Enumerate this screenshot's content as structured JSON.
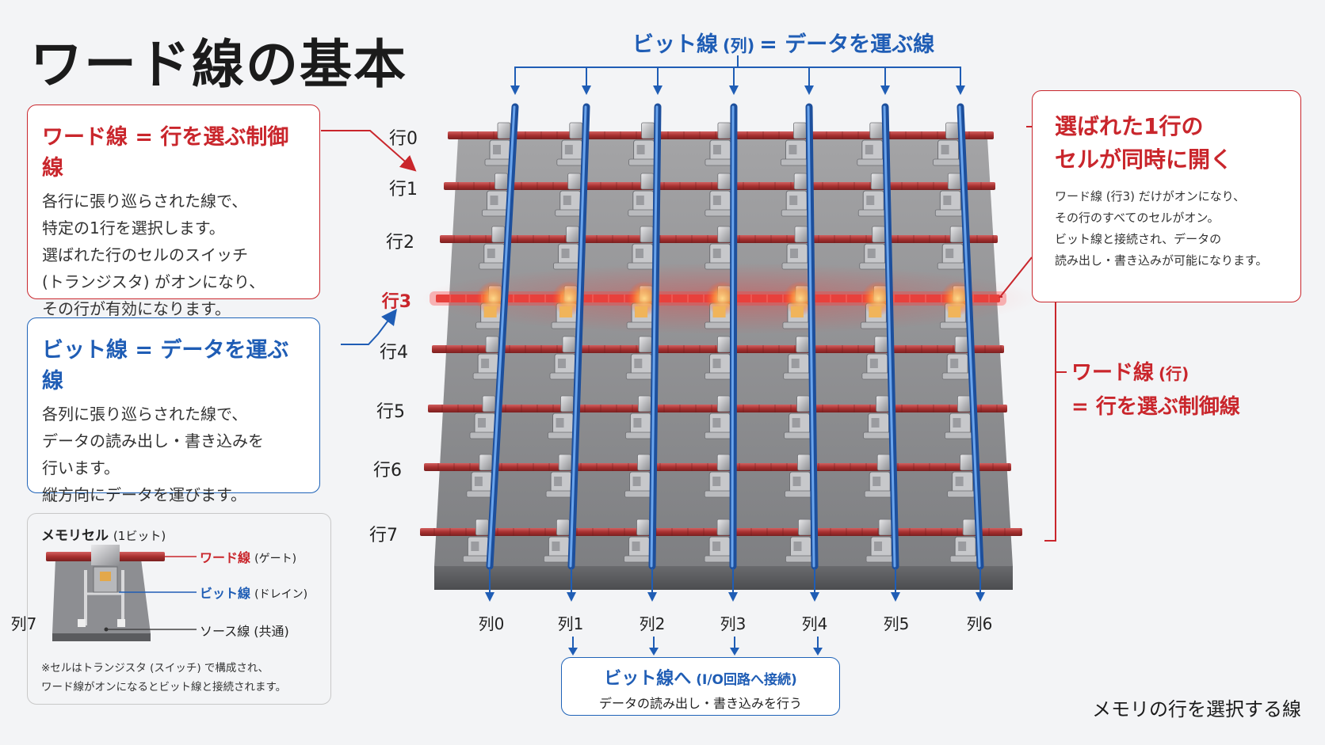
{
  "title": "ワード線の基本",
  "top_label": {
    "main": "ビット線",
    "paren": "(列)",
    "rest": "= データを運ぶ線"
  },
  "box_word": {
    "heading": "ワード線 = 行を選ぶ制御線",
    "lines": [
      "各行に張り巡らされた線で、",
      "特定の1行を選択します。",
      "選ばれた行のセルのスイッチ",
      "(トランジスタ) がオンになり、",
      "その行が有効になります。"
    ]
  },
  "box_bit": {
    "heading": "ビット線 = データを運ぶ線",
    "lines": [
      "各列に張り巡らされた線で、",
      "データの読み出し・書き込みを",
      "行います。",
      "縦方向にデータを運びます。"
    ]
  },
  "box_cell": {
    "heading": "メモリセル",
    "heading_paren": "(1ビット)",
    "word_label": "ワード線",
    "word_paren": "(ゲート)",
    "bit_label": "ビット線",
    "bit_paren": "(ドレイン)",
    "source_label": "ソース線 (共通)",
    "notes": [
      "※セルはトランジスタ (スイッチ) で構成され、",
      "ワード線がオンになるとビット線と接続されます。"
    ]
  },
  "box_selected": {
    "heading": [
      "選ばれた1行の",
      "セルが同時に開く"
    ],
    "lines": [
      "ワード線 (行3) だけがオンになり、",
      "その行のすべてのセルがオン。",
      "ビット線と接続され、データの",
      "読み出し・書き込みが可能になります。"
    ]
  },
  "right_label": {
    "line1_main": "ワード線",
    "line1_paren": "(行)",
    "line2": "= 行を選ぶ制御線"
  },
  "rows": [
    "行0",
    "行1",
    "行2",
    "行3",
    "行4",
    "行5",
    "行6",
    "行7"
  ],
  "cols": [
    "列0",
    "列1",
    "列2",
    "列3",
    "列4",
    "列5",
    "列6",
    "列7"
  ],
  "selected_row": 3,
  "bottom_box": {
    "main": "ビット線へ",
    "paren": "(I/O回路へ接続)",
    "sub": "データの読み出し・書き込みを行う"
  },
  "footer": "メモリの行を選択する線",
  "colors": {
    "red": "#c9262c",
    "blue": "#1f5db5",
    "wire_red": "#b83a3a",
    "wire_blue": "#3f7fd6",
    "glow": "#ff3b3b"
  }
}
